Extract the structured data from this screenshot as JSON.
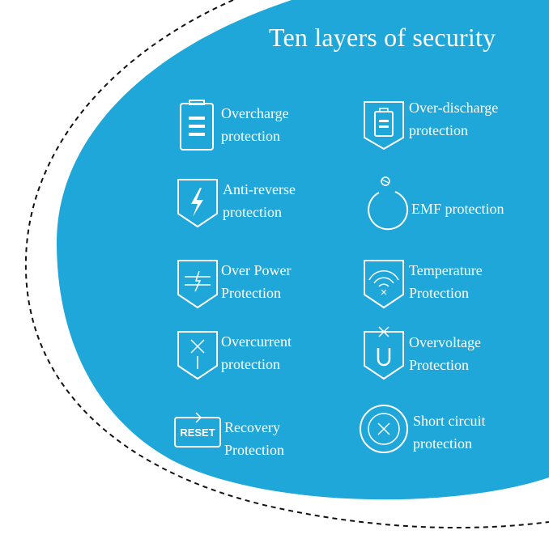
{
  "title": "Ten layers of security",
  "colors": {
    "background": "#1ea7d8",
    "icon_stroke": "#ffffff",
    "dashed_line": "#111111"
  },
  "features": [
    {
      "icon": "battery-full-icon",
      "lines": [
        "Overcharge",
        "protection"
      ]
    },
    {
      "icon": "battery-shield-icon",
      "lines": [
        "Over-discharge",
        "protection"
      ]
    },
    {
      "icon": "lightning-shield-icon",
      "lines": [
        "Anti-reverse",
        "protection"
      ]
    },
    {
      "icon": "emf-ring-icon",
      "lines": [
        "EMF protection"
      ]
    },
    {
      "icon": "power-shield-icon",
      "lines": [
        "Over Power",
        "Protection"
      ]
    },
    {
      "icon": "temperature-wave-shield-icon",
      "lines": [
        "Temperature",
        "Protection"
      ]
    },
    {
      "icon": "current-shield-icon",
      "lines": [
        "Overcurrent",
        "protection"
      ]
    },
    {
      "icon": "voltage-shield-icon",
      "lines": [
        "Overvoltage",
        "Protection"
      ]
    },
    {
      "icon": "reset-icon",
      "icon_text": "RESET",
      "lines": [
        "Recovery",
        "Protection"
      ]
    },
    {
      "icon": "short-circuit-circle-icon",
      "lines": [
        "Short circuit",
        "protection"
      ]
    }
  ]
}
